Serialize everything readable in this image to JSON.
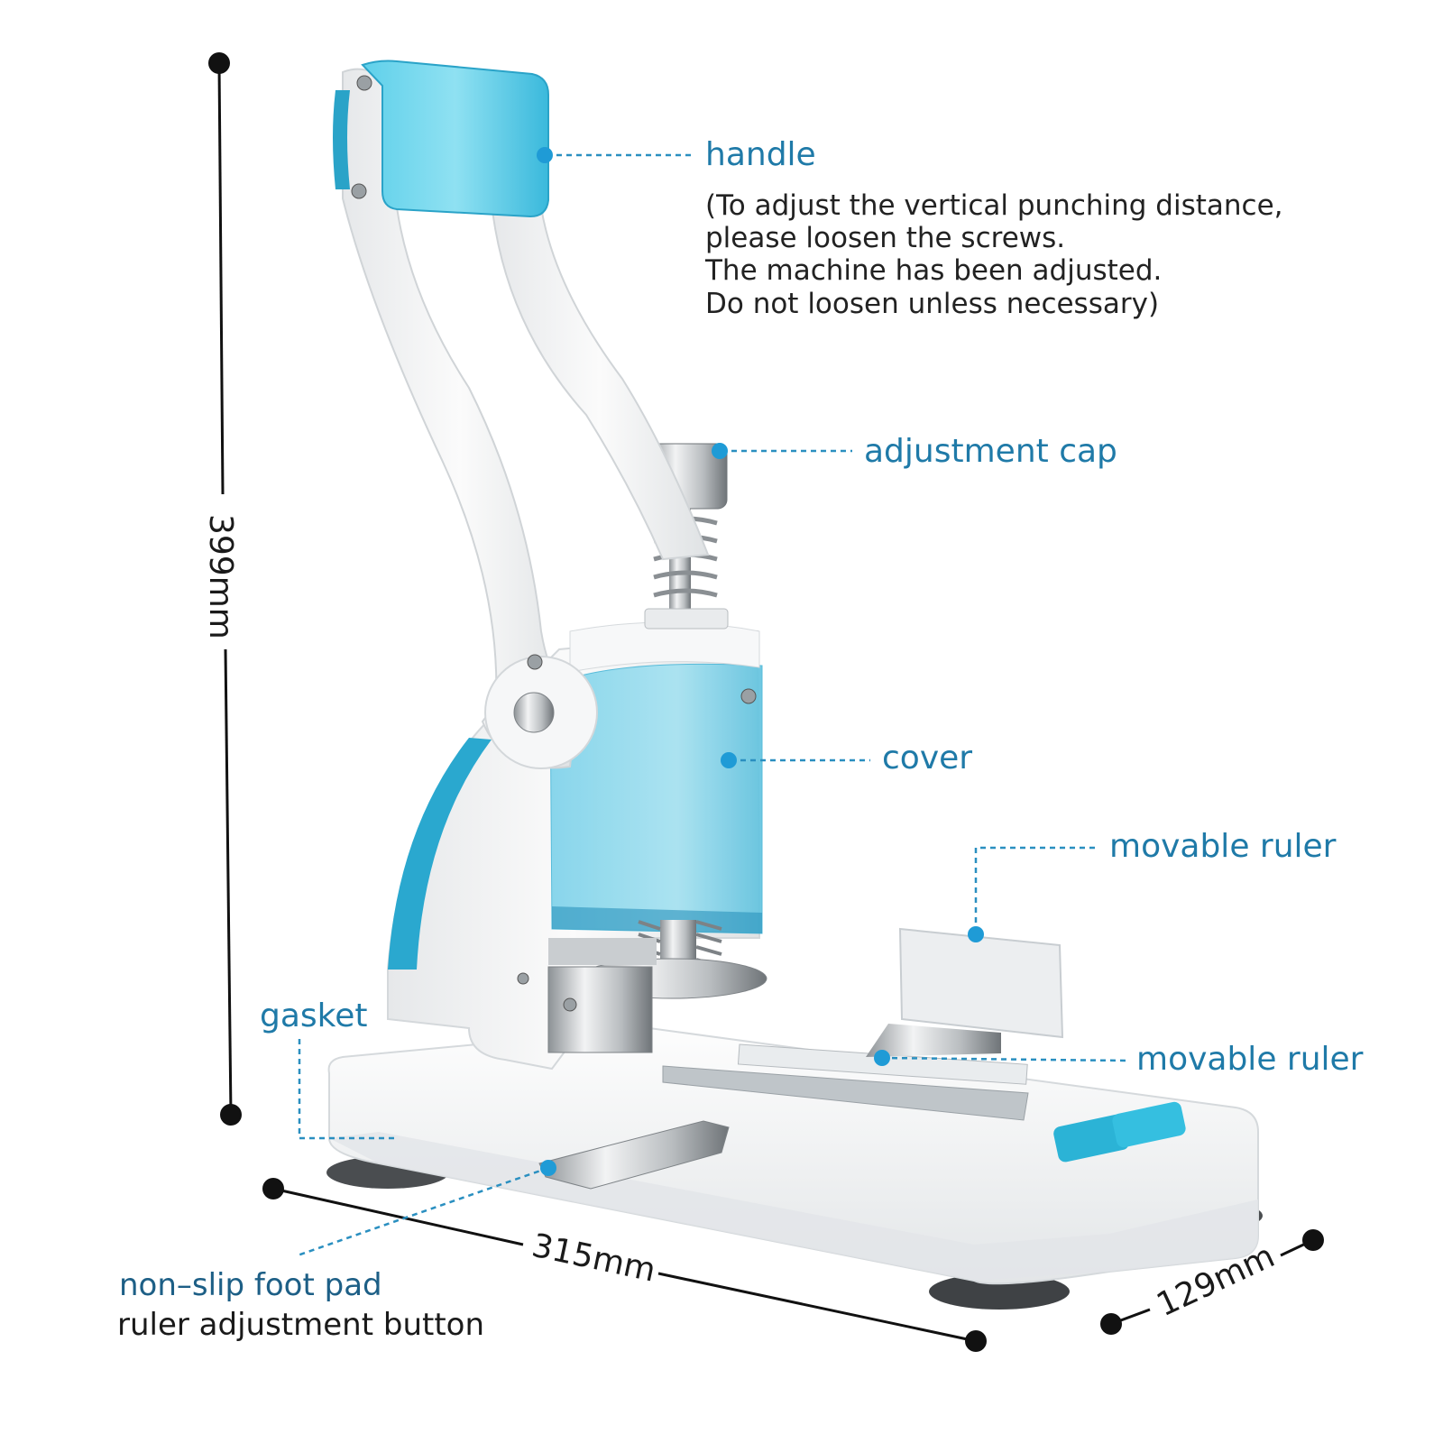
{
  "labels": {
    "handle": "handle",
    "handle_note": [
      "(To adjust the vertical punching distance,",
      "please loosen the screws.",
      "The machine has been adjusted.",
      "Do not loosen unless necessary)"
    ],
    "adjustment_cap": "adjustment cap",
    "cover": "cover",
    "movable_ruler_top": "movable ruler",
    "movable_ruler_bottom": "movable ruler",
    "gasket": "gasket",
    "non_slip_foot_pad": "non–slip foot pad",
    "ruler_adjustment_button": "ruler adjustment button"
  },
  "dimensions": {
    "height": "399mm",
    "length": "315mm",
    "width": "129mm"
  },
  "colors": {
    "accent": "#2bb3d6",
    "accent_dark": "#1f7aa8",
    "body": "#f4f5f6",
    "leader": "#2a8fc0"
  }
}
